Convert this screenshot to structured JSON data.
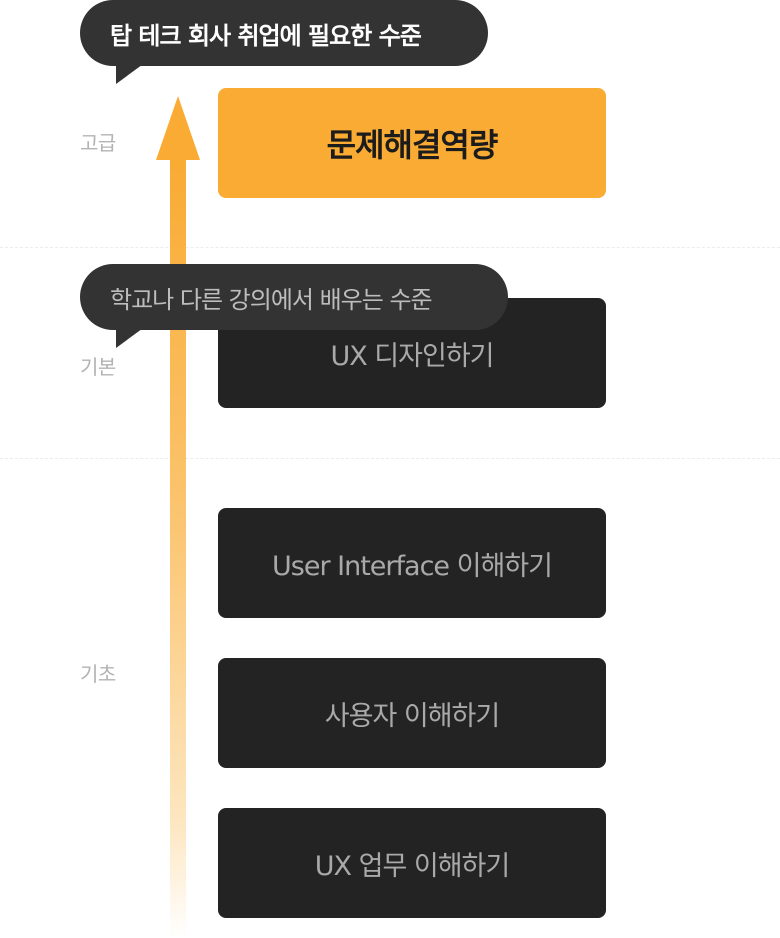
{
  "levels": {
    "advanced": "고급",
    "basic": "기본",
    "foundation": "기초"
  },
  "bubbles": {
    "top": "탑 테크 회사 취업에 필요한 수준",
    "middle": "학교나 다른 강의에서 배우는 수준"
  },
  "boxes": {
    "problem_solving": "문제해결역량",
    "ux_design": "UX 디자인하기",
    "ui_understanding": "User Interface 이해하기",
    "user_understanding": "사용자 이해하기",
    "ux_work": "UX 업무 이해하기"
  },
  "colors": {
    "accent": "#f9ab33",
    "box_dark": "#232323",
    "bubble": "#333333",
    "label": "#b3b3b3"
  }
}
